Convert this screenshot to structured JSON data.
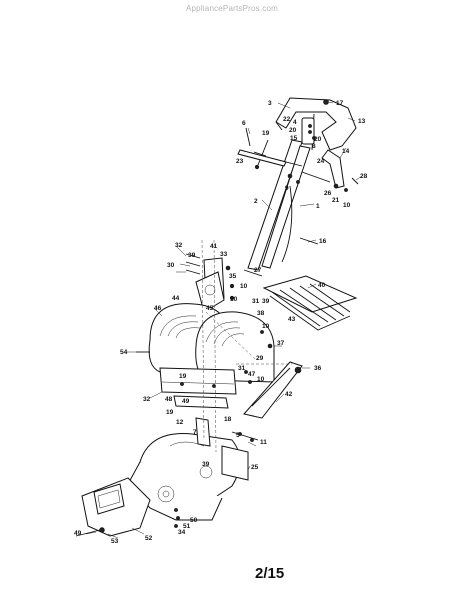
{
  "header": {
    "watermark": "AppliancePartsPros.com"
  },
  "footer": {
    "page_number": "2/15"
  },
  "callouts": [
    {
      "id": "c3",
      "text": "3"
    },
    {
      "id": "c17",
      "text": "17"
    },
    {
      "id": "c13",
      "text": "13"
    },
    {
      "id": "c22",
      "text": "22"
    },
    {
      "id": "c4",
      "text": "4"
    },
    {
      "id": "c20a",
      "text": "20"
    },
    {
      "id": "c15",
      "text": "15"
    },
    {
      "id": "c20b",
      "text": "20"
    },
    {
      "id": "c8",
      "text": "8"
    },
    {
      "id": "c6",
      "text": "6"
    },
    {
      "id": "c19a",
      "text": "19"
    },
    {
      "id": "c23",
      "text": "23"
    },
    {
      "id": "c14",
      "text": "14"
    },
    {
      "id": "c24",
      "text": "24"
    },
    {
      "id": "c9",
      "text": "9"
    },
    {
      "id": "c26",
      "text": "26"
    },
    {
      "id": "c28",
      "text": "28"
    },
    {
      "id": "c21",
      "text": "21"
    },
    {
      "id": "c10a",
      "text": "10"
    },
    {
      "id": "c2",
      "text": "2"
    },
    {
      "id": "c1",
      "text": "1"
    },
    {
      "id": "c16",
      "text": "16"
    },
    {
      "id": "c32a",
      "text": "32"
    },
    {
      "id": "c41",
      "text": "41"
    },
    {
      "id": "c39a",
      "text": "39"
    },
    {
      "id": "c33",
      "text": "33"
    },
    {
      "id": "c30",
      "text": "30"
    },
    {
      "id": "c27",
      "text": "27"
    },
    {
      "id": "c35",
      "text": "35"
    },
    {
      "id": "c10b",
      "text": "10"
    },
    {
      "id": "c40",
      "text": "40"
    },
    {
      "id": "c44",
      "text": "44"
    },
    {
      "id": "c10c",
      "text": "10"
    },
    {
      "id": "c31a",
      "text": "31"
    },
    {
      "id": "c39b",
      "text": "39"
    },
    {
      "id": "c46",
      "text": "46"
    },
    {
      "id": "c45",
      "text": "45"
    },
    {
      "id": "c38",
      "text": "38"
    },
    {
      "id": "c43",
      "text": "43"
    },
    {
      "id": "c10d",
      "text": "10"
    },
    {
      "id": "c37",
      "text": "37"
    },
    {
      "id": "c54",
      "text": "54"
    },
    {
      "id": "c29",
      "text": "29"
    },
    {
      "id": "c36",
      "text": "36"
    },
    {
      "id": "c31b",
      "text": "31"
    },
    {
      "id": "c47",
      "text": "47"
    },
    {
      "id": "c10e",
      "text": "10"
    },
    {
      "id": "c19b",
      "text": "19"
    },
    {
      "id": "c42",
      "text": "42"
    },
    {
      "id": "c32b",
      "text": "32"
    },
    {
      "id": "c48",
      "text": "48"
    },
    {
      "id": "c49a",
      "text": "49"
    },
    {
      "id": "c19c",
      "text": "19"
    },
    {
      "id": "c12",
      "text": "12"
    },
    {
      "id": "c18",
      "text": "18"
    },
    {
      "id": "c7",
      "text": "7"
    },
    {
      "id": "c5",
      "text": "5"
    },
    {
      "id": "c11",
      "text": "11"
    },
    {
      "id": "c39c",
      "text": "39"
    },
    {
      "id": "c25",
      "text": "25"
    },
    {
      "id": "c50",
      "text": "50"
    },
    {
      "id": "c51",
      "text": "51"
    },
    {
      "id": "c34",
      "text": "34"
    },
    {
      "id": "c49b",
      "text": "49"
    },
    {
      "id": "c53",
      "text": "53"
    },
    {
      "id": "c52",
      "text": "52"
    }
  ]
}
